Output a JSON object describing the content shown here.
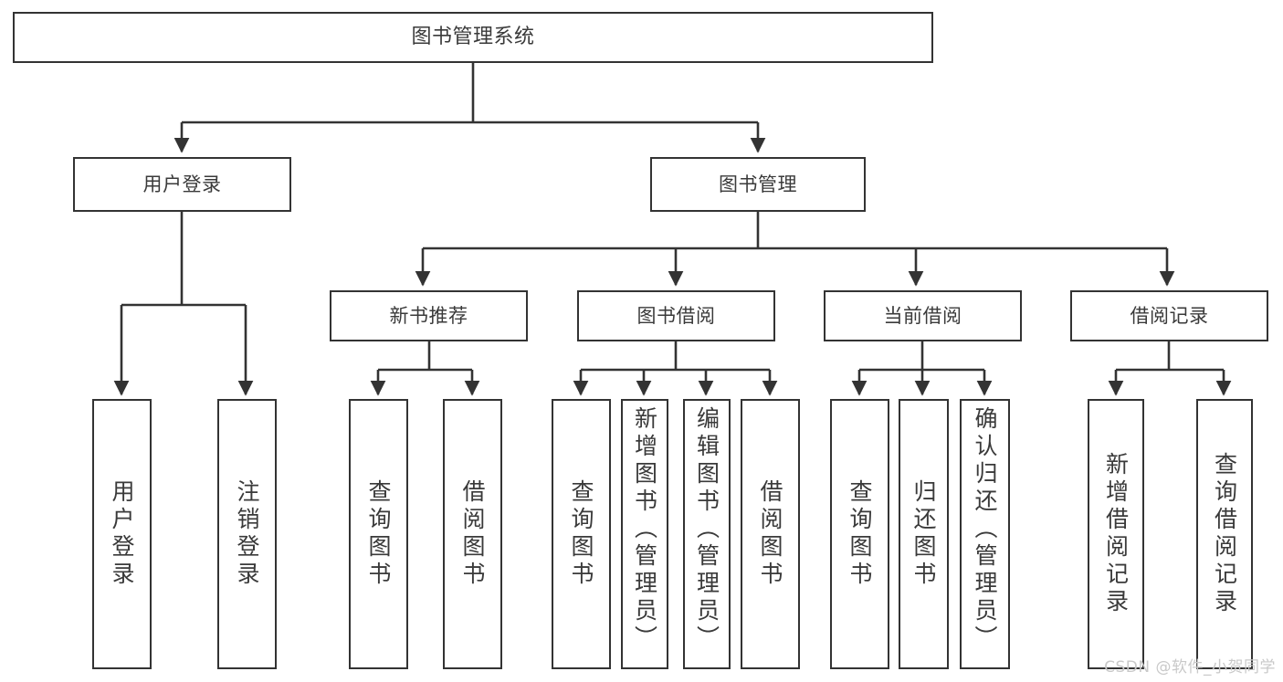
{
  "diagram": {
    "title": "图书管理系统",
    "watermark": "CSDN @软件_小贺同学",
    "colors": {
      "border": "#333333",
      "background": "#ffffff",
      "text": "#3a3a3a",
      "edge": "#333333",
      "watermark": "#c9c9c9"
    },
    "root": {
      "label": "图书管理系统"
    },
    "level1": [
      {
        "label": "用户登录"
      },
      {
        "label": "图书管理"
      }
    ],
    "level2": [
      {
        "label": "新书推荐"
      },
      {
        "label": "图书借阅"
      },
      {
        "label": "当前借阅"
      },
      {
        "label": "借阅记录"
      }
    ],
    "leaves": {
      "user_login": [
        {
          "label": "用户登录"
        },
        {
          "label": "注销登录"
        }
      ],
      "new_book_recommend": [
        {
          "label": "查询图书"
        },
        {
          "label": "借阅图书"
        }
      ],
      "book_borrow": [
        {
          "label": "查询图书"
        },
        {
          "label": "新增图书（管理员）"
        },
        {
          "label": "编辑图书（管理员）"
        },
        {
          "label": "借阅图书"
        }
      ],
      "current_borrow": [
        {
          "label": "查询图书"
        },
        {
          "label": "归还图书"
        },
        {
          "label": "确认归还（管理员）"
        }
      ],
      "borrow_record": [
        {
          "label": "新增借阅记录"
        },
        {
          "label": "查询借阅记录"
        }
      ]
    }
  }
}
